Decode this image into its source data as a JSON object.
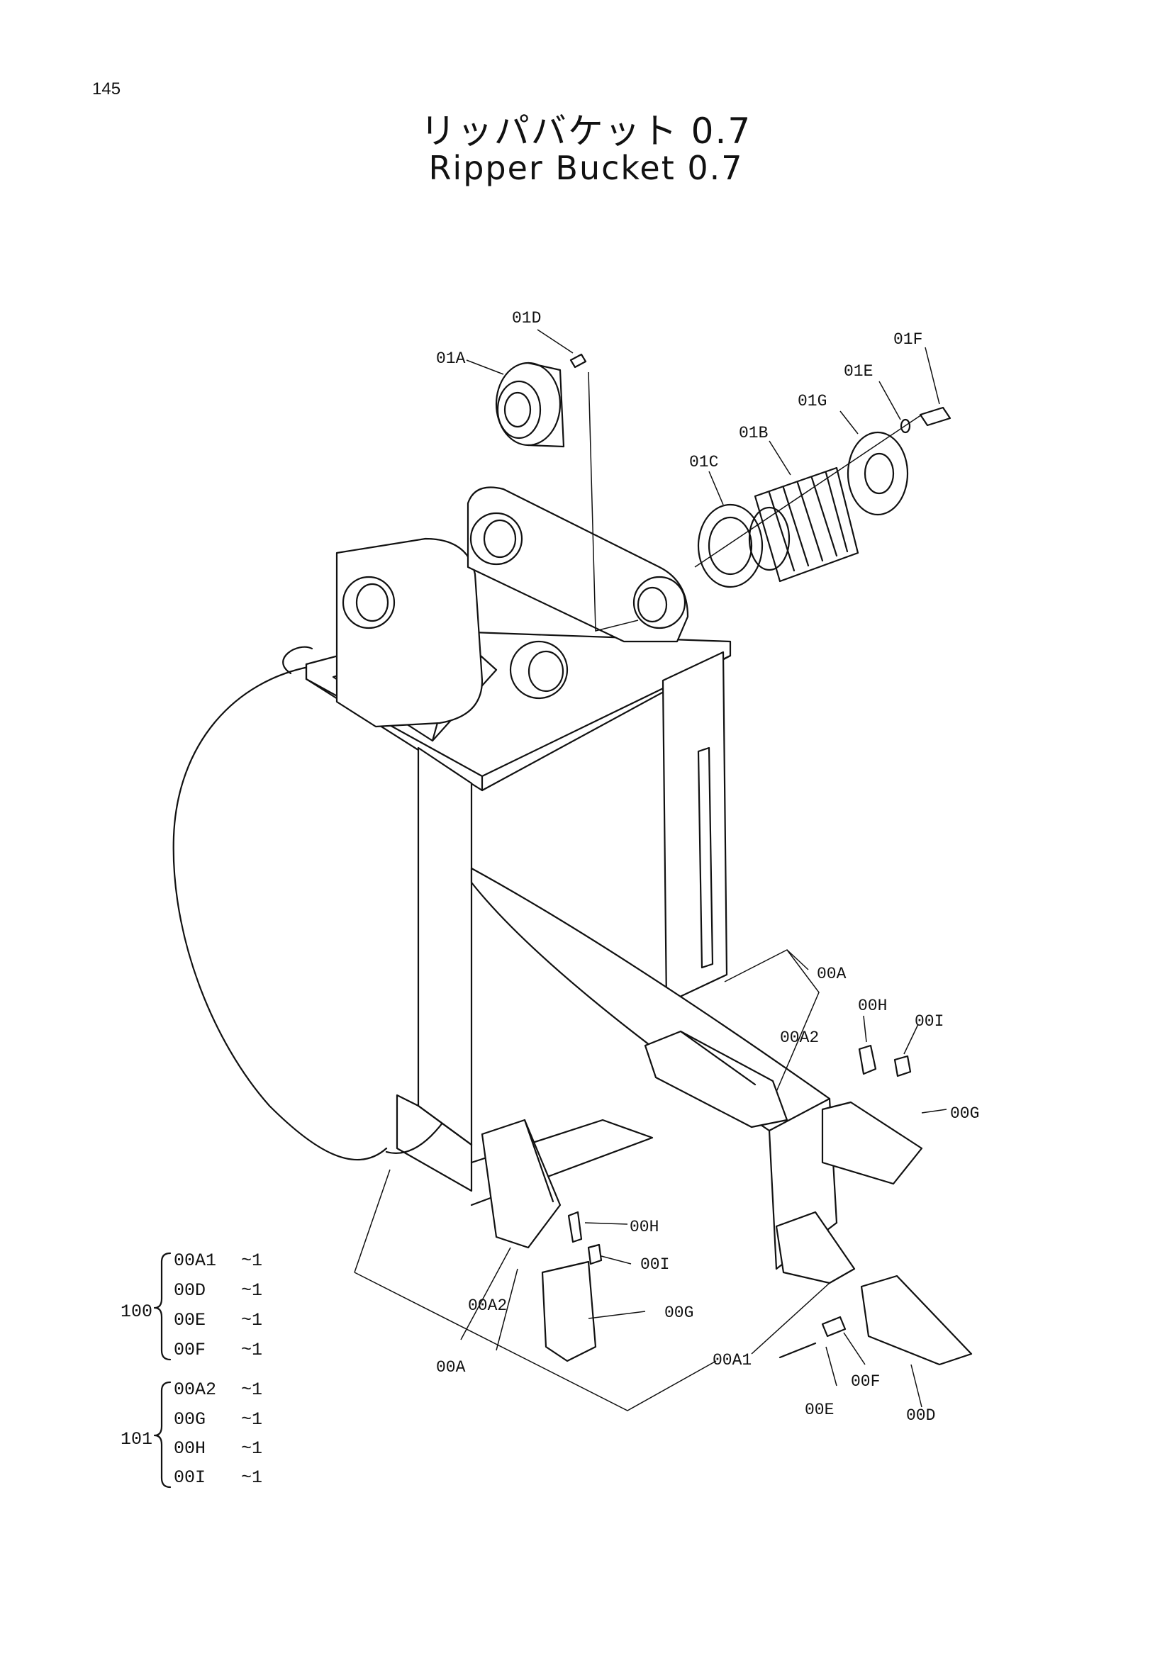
{
  "page": {
    "number": "145",
    "title_jp": "リッパバケット 0.7",
    "title_en": "Ripper Bucket 0.7"
  },
  "callouts": {
    "c01D": "01D",
    "c01A": "01A",
    "c01F": "01F",
    "c01E": "01E",
    "c01G": "01G",
    "c01B": "01B",
    "c01C": "01C",
    "c00A_right": "00A",
    "c00H_right": "00H",
    "c00I_right": "00I",
    "c00A2_right": "00A2",
    "c00G_right": "00G",
    "c00H_left": "00H",
    "c00I_left": "00I",
    "c00A2_left": "00A2",
    "c00G_left": "00G",
    "c00A_left": "00A",
    "c00A1": "00A1",
    "c00F": "00F",
    "c00E": "00E",
    "c00D": "00D"
  },
  "kits": [
    {
      "number": "100",
      "items": [
        {
          "part": "00A1",
          "qty": "~1"
        },
        {
          "part": "00D",
          "qty": "~1"
        },
        {
          "part": "00E",
          "qty": "~1"
        },
        {
          "part": "00F",
          "qty": "~1"
        }
      ]
    },
    {
      "number": "101",
      "items": [
        {
          "part": "00A2",
          "qty": "~1"
        },
        {
          "part": "00G",
          "qty": "~1"
        },
        {
          "part": "00H",
          "qty": "~1"
        },
        {
          "part": "00I",
          "qty": "~1"
        }
      ]
    }
  ]
}
